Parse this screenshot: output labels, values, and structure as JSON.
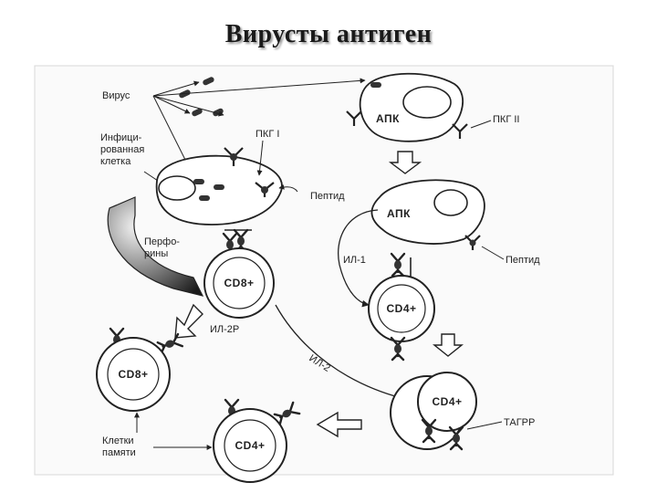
{
  "slide": {
    "title": "Вирусты антиген"
  },
  "labels": {
    "virus": "Вирус",
    "infected_cell": [
      "Инфици-",
      "рованная",
      "клетка"
    ],
    "pkg1": "ПКГ I",
    "pkg2": "ПКГ II",
    "apk_top": "АПК",
    "apk_mid": "АПК",
    "peptide_top": "Пептид",
    "peptide_right": "Пептид",
    "perforins": [
      "Перфо-",
      "рины"
    ],
    "il1": "ИЛ-1",
    "il2r": "ИЛ-2Р",
    "il2": "ИЛ-2",
    "tcr": "ТАГРР",
    "memory_cells": [
      "Клетки",
      "памяти"
    ]
  },
  "cells": {
    "cd8_main": "CD8+",
    "cd4_main": "CD4+",
    "cd8_left": "CD8+",
    "cd4_lower_right": "CD4+",
    "cd4_bottom": "CD4+"
  }
}
